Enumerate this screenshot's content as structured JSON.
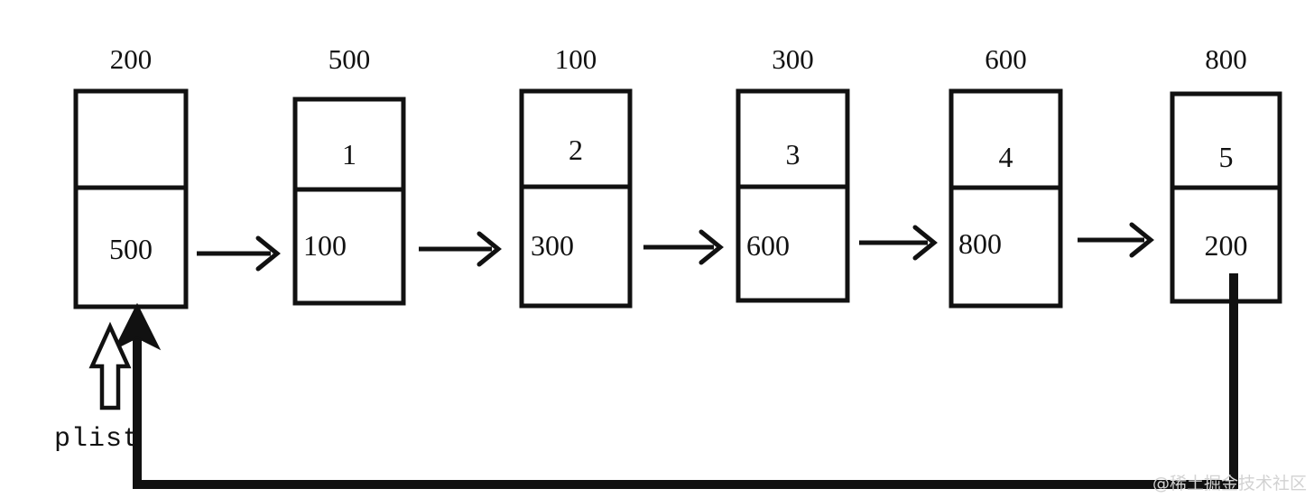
{
  "diagram": {
    "title": "circular-linked-list",
    "pointer": {
      "label": "plist",
      "name": "plist-pointer"
    },
    "nodes": [
      {
        "address": "200",
        "data": "",
        "next": "500",
        "role": "head-node",
        "data_align": "center",
        "next_align": "center"
      },
      {
        "address": "500",
        "data": "1",
        "next": "100",
        "role": "list-node",
        "data_align": "center",
        "next_align": "left"
      },
      {
        "address": "100",
        "data": "2",
        "next": "300",
        "role": "list-node",
        "data_align": "center",
        "next_align": "left"
      },
      {
        "address": "300",
        "data": "3",
        "next": "600",
        "role": "list-node",
        "data_align": "center",
        "next_align": "left"
      },
      {
        "address": "600",
        "data": "4",
        "next": "800",
        "role": "list-node",
        "data_align": "center",
        "next_align": "left"
      },
      {
        "address": "800",
        "data": "5",
        "next": "200",
        "role": "tail-node",
        "data_align": "center",
        "next_align": "center"
      }
    ],
    "arrows": [
      {
        "from": "200",
        "to": "500",
        "kind": "next-arrow"
      },
      {
        "from": "500",
        "to": "100",
        "kind": "next-arrow"
      },
      {
        "from": "100",
        "to": "300",
        "kind": "next-arrow"
      },
      {
        "from": "300",
        "to": "600",
        "kind": "next-arrow"
      },
      {
        "from": "600",
        "to": "800",
        "kind": "next-arrow"
      },
      {
        "from": "800",
        "to": "200",
        "kind": "wrap-around-arrow"
      }
    ],
    "colors": {
      "stroke": "#111111",
      "background": "#ffffff",
      "watermark": "#d2d2d2"
    }
  },
  "watermark": {
    "text": "@稀土掘金技术社区"
  }
}
